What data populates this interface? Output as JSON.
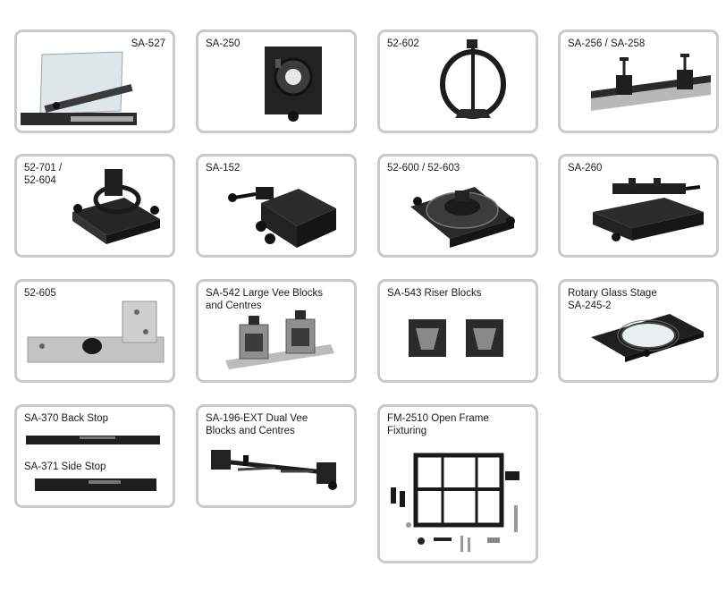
{
  "products": [
    {
      "label": "SA-527",
      "icon": "glass-plate-stage-icon"
    },
    {
      "label": "SA-250",
      "icon": "centring-block-icon"
    },
    {
      "label": "52-602",
      "icon": "ring-vee-holder-icon"
    },
    {
      "label": "SA-256 / SA-258",
      "icon": "rail-centres-icon"
    },
    {
      "label": "52-701 /\n52-604",
      "icon": "rotary-fixture-icon"
    },
    {
      "label": "SA-152",
      "icon": "angle-plate-icon"
    },
    {
      "label": "52-600 / 52-603",
      "icon": "rotary-chuck-icon"
    },
    {
      "label": "SA-260",
      "icon": "vise-block-icon"
    },
    {
      "label": "52-605",
      "icon": "angle-bracket-icon"
    },
    {
      "label": "SA-542 Large Vee Blocks\nand Centres",
      "icon": "large-vee-blocks-icon"
    },
    {
      "label": "SA-543 Riser Blocks",
      "icon": "riser-blocks-icon"
    },
    {
      "label": "Rotary Glass Stage\nSA-245-2",
      "icon": "rotary-glass-stage-icon"
    },
    {
      "label": "SA-370 Back Stop",
      "label2": "SA-371 Side Stop",
      "icon": "stop-bars-icon"
    },
    {
      "label": "SA-196-EXT Dual Vee\nBlocks and Centres",
      "icon": "dual-vee-blocks-icon"
    },
    {
      "label": "FM-2510 Open Frame\nFixturing",
      "icon": "open-frame-kit-icon"
    }
  ]
}
